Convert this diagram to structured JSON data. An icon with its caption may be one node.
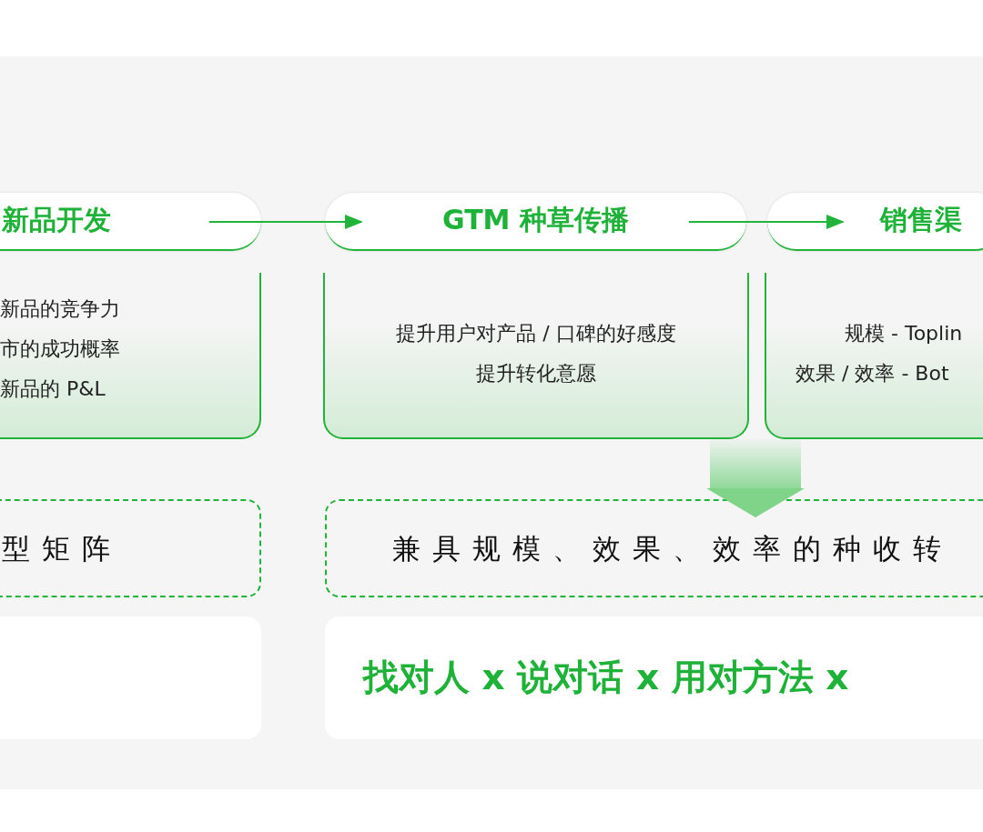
{
  "diagram": {
    "nodes": [
      {
        "text": [
          "新品开发"
        ]
      },
      {
        "text": [
          "新品的竞争力",
          "市的成功概率",
          "新品的 P&L"
        ]
      },
      {
        "text": [
          "GTM 种草传播"
        ]
      },
      {
        "text": [
          "提升用户对产品 / 口碑的好感度",
          "提升转化意愿"
        ]
      },
      {
        "text": [
          "销售渠"
        ]
      },
      {
        "text": [
          "规模 - Toplin",
          "效果 / 效率 - Bot"
        ]
      },
      {
        "text": [
          "型矩阵"
        ]
      },
      {
        "text": [
          "兼具规模、效果、效率的种收转"
        ]
      },
      {
        "text": [],
        "shape": "box"
      },
      {
        "text": [
          "找对人 x 说对话 x 用对方法 x"
        ]
      }
    ],
    "edges": [
      {
        "from": 0,
        "to": 2,
        "arrow": "to"
      },
      {
        "from": 2,
        "to": 4,
        "arrow": "to"
      },
      {
        "from": 3,
        "to": 7,
        "arrow": "to",
        "style": "thick",
        "color": "#7fd48a"
      }
    ]
  }
}
